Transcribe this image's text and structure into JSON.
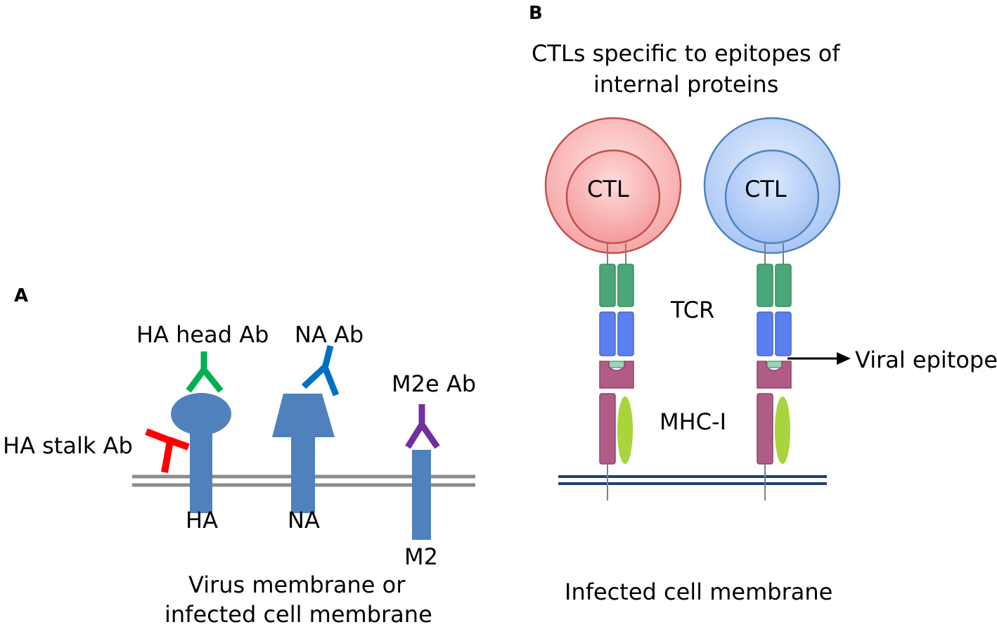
{
  "panels": [
    {
      "id": "A",
      "label": "A",
      "proteins": [
        {
          "name": "HA",
          "antibodies": [
            "HA head Ab",
            "HA stalk Ab"
          ]
        },
        {
          "name": "NA",
          "antibodies": [
            "NA Ab"
          ]
        },
        {
          "name": "M2",
          "antibodies": [
            "M2e Ab"
          ]
        }
      ],
      "caption_line1": "Virus membrane or",
      "caption_line2": "infected cell membrane"
    },
    {
      "id": "B",
      "label": "B",
      "title_line1": "CTLs specific to epitopes of",
      "title_line2": "internal proteins",
      "cell_label": "CTL",
      "tcr_label": "TCR",
      "mhc_label": "MHC-I",
      "epitope_label": "Viral epitope",
      "caption": "Infected cell membrane"
    }
  ],
  "colors": {
    "protein_blue": "#4f81bd",
    "membrane_gray": "#8c8c8c",
    "ha_head_ab": "#00b050",
    "ha_stalk_ab": "#ff0000",
    "na_ab": "#0070c0",
    "m2e_ab": "#7030a0",
    "ctl_red": "#f8a8a8",
    "ctl_red_stroke": "#c0504d",
    "ctl_blue": "#a8c8f8",
    "ctl_blue_stroke": "#4f81bd",
    "tcr_green": "#4aa77a",
    "tcr_blue": "#5a7ff0",
    "mhc_mauve": "#b05c86",
    "b2m_lime": "#a8d43c",
    "infected_membrane": "#1f3f7a"
  }
}
